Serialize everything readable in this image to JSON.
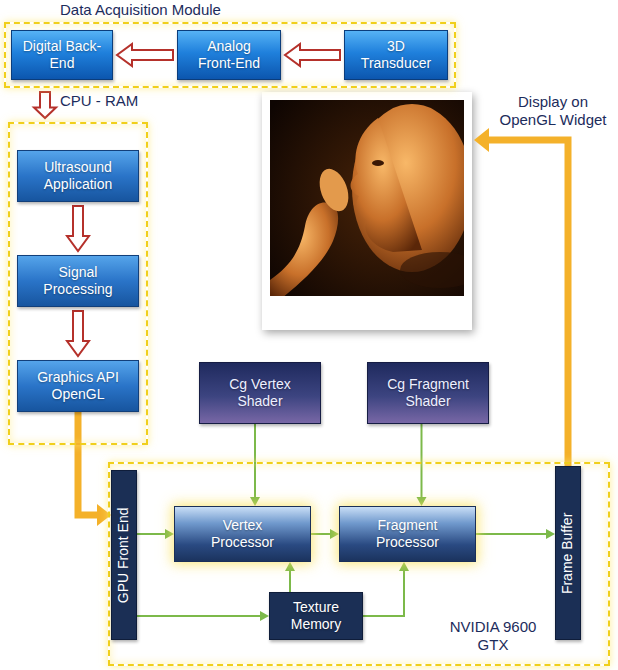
{
  "diagram": {
    "nodes": [
      {
        "text": [
          "Data Acquisition Module"
        ]
      },
      {
        "text": [
          "Digital Back-End"
        ],
        "in": 0
      },
      {
        "text": [
          "Analog Front-End"
        ],
        "in": 0
      },
      {
        "text": [
          "3D Transducer"
        ],
        "in": 0
      },
      {
        "text": [
          "CPU - RAM"
        ]
      },
      {
        "text": [
          "Ultrasound Application"
        ],
        "in": 4
      },
      {
        "text": [
          "Signal Processing"
        ],
        "in": 4
      },
      {
        "text": [
          "Graphics API OpenGL"
        ],
        "in": 4
      },
      {
        "text": [
          "Cg Vertex Shader"
        ]
      },
      {
        "text": [
          "Cg Fragment Shader"
        ]
      },
      {
        "text": [
          "NVIDIA 9600 GTX"
        ]
      },
      {
        "text": [
          "GPU Front End"
        ],
        "in": 10
      },
      {
        "text": [
          "Vertex Processor"
        ],
        "in": 10
      },
      {
        "text": [
          "Fragment Processor"
        ],
        "in": 10
      },
      {
        "text": [
          "Frame Buffer"
        ],
        "in": 10
      },
      {
        "text": [
          "Texture Memory"
        ],
        "in": 10
      }
    ],
    "edges": [
      {
        "from": 3,
        "to": 2,
        "arrow": "to"
      },
      {
        "from": 2,
        "to": 1,
        "arrow": "to"
      },
      {
        "from": 0,
        "to": 4,
        "arrow": "to"
      },
      {
        "from": 5,
        "to": 6,
        "arrow": "to"
      },
      {
        "from": 6,
        "to": 7,
        "arrow": "to"
      },
      {
        "from": 7,
        "to": 11,
        "arrow": "to"
      },
      {
        "from": 8,
        "to": 12,
        "arrow": "to"
      },
      {
        "from": 9,
        "to": 13,
        "arrow": "to"
      },
      {
        "from": 11,
        "to": 12,
        "arrow": "to"
      },
      {
        "from": 12,
        "to": 13,
        "arrow": "to"
      },
      {
        "from": 13,
        "to": 14,
        "arrow": "to"
      },
      {
        "from": 11,
        "to": 15,
        "arrow": "to"
      },
      {
        "from": 15,
        "to": 12,
        "arrow": "to"
      },
      {
        "from": 15,
        "to": 13,
        "arrow": "to"
      }
    ],
    "labels": [
      "Display on OpenGL Widget"
    ]
  }
}
